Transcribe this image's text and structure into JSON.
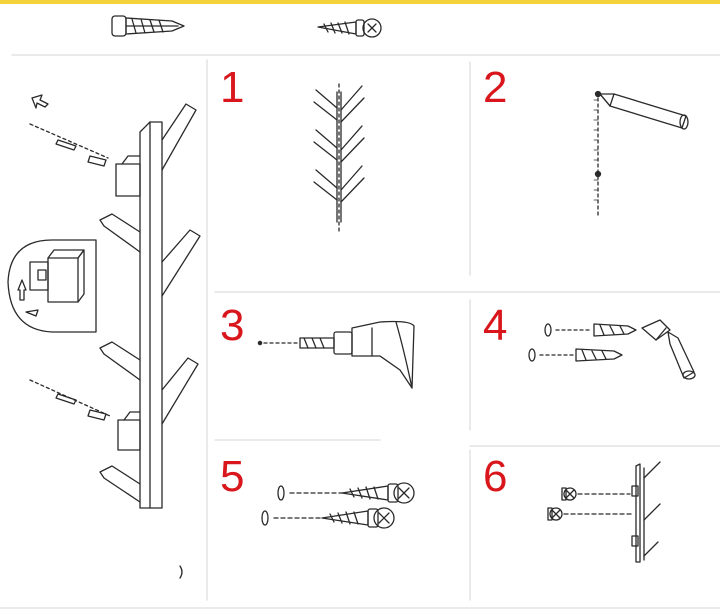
{
  "steps": [
    {
      "number": "1"
    },
    {
      "number": "2"
    },
    {
      "number": "3"
    },
    {
      "number": "4"
    },
    {
      "number": "5"
    },
    {
      "number": "6"
    }
  ],
  "colors": {
    "step_number": "#d9161b",
    "line_art": "#2a2a2a",
    "divider": "#e3e3e3",
    "accent_strip": "#f4d23c"
  },
  "icons": [
    "wall-plug-icon",
    "screw-icon",
    "arrow-icon",
    "pencil-icon",
    "drill-icon",
    "hammer-icon"
  ]
}
